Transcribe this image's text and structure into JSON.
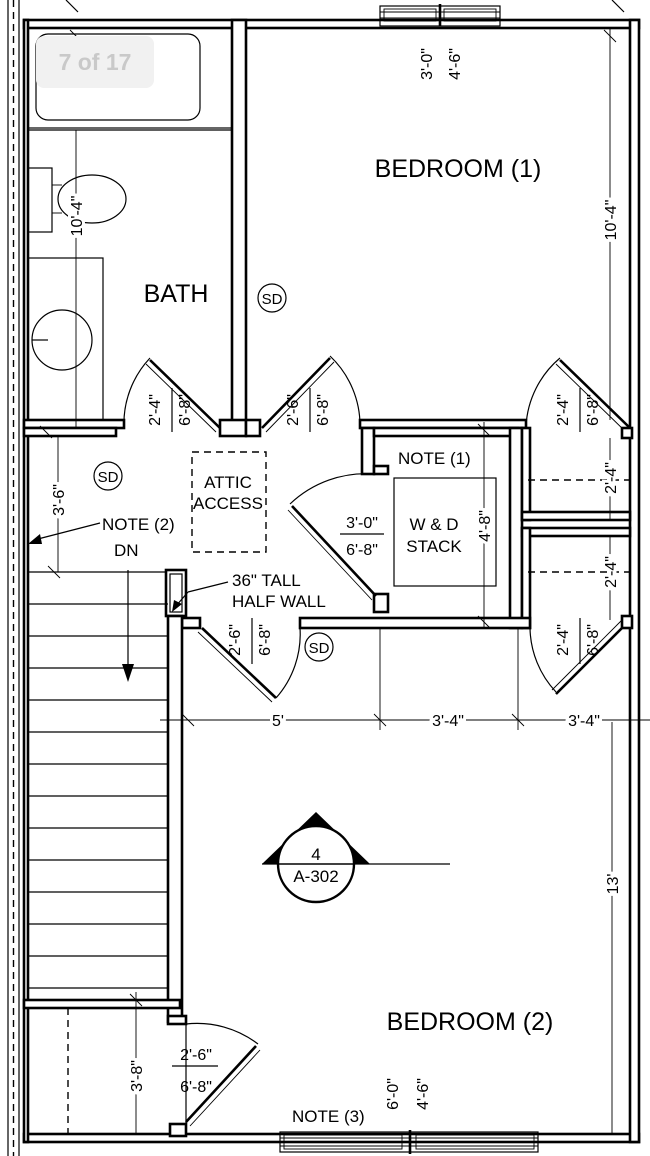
{
  "viewer": {
    "page_indicator": "7 of 17"
  },
  "rooms": {
    "bath": "BATH",
    "bedroom1": "BEDROOM (1)",
    "bedroom2": "BEDROOM (2)"
  },
  "labels": {
    "attic_line1": "ATTIC",
    "attic_line2": "ACCESS",
    "wd_line1": "W & D",
    "wd_line2": "STACK",
    "note1": "NOTE (1)",
    "note2": "NOTE (2)",
    "note3": "NOTE (3)",
    "half_wall_line1": "36\" TALL",
    "half_wall_line2": "HALF WALL",
    "dn": "DN",
    "smoke_detector": "SD",
    "section_number": "4",
    "section_sheet": "A-302"
  },
  "dimensions": {
    "bath_window_w": "3'-0\"",
    "bath_window_h": "4'-6\"",
    "bath_height": "10'-4\"",
    "bedroom1_height": "10'-4\"",
    "bath_door_w": "2'-4\"",
    "bath_door_h": "6'-8\"",
    "bed1_door_w": "2'-6\"",
    "bed1_door_h": "6'-8\"",
    "closet1_door_w": "2'-4\"",
    "closet1_door_h": "6'-8\"",
    "closet1_depth": "2'-4\"",
    "closet2_depth": "2'-4\"",
    "closet2_door_w": "2'-4\"",
    "closet2_door_h": "6'-8\"",
    "hall_depth": "3'-6\"",
    "wd_door_w": "3'-0\"",
    "wd_door_h": "6'-8\"",
    "wd_depth": "4'-8\"",
    "bed2_door_w": "2'-6\"",
    "bed2_door_h": "6'-8\"",
    "run_a": "5'",
    "run_b": "3'-4\"",
    "run_c": "3'-4\"",
    "bedroom2_height": "13'",
    "landing_depth": "3'-8\"",
    "landing_door_w": "2'-6\"",
    "landing_door_h": "6'-8\"",
    "bed2_window_w": "6'-0\"",
    "bed2_window_h": "4'-6\""
  }
}
